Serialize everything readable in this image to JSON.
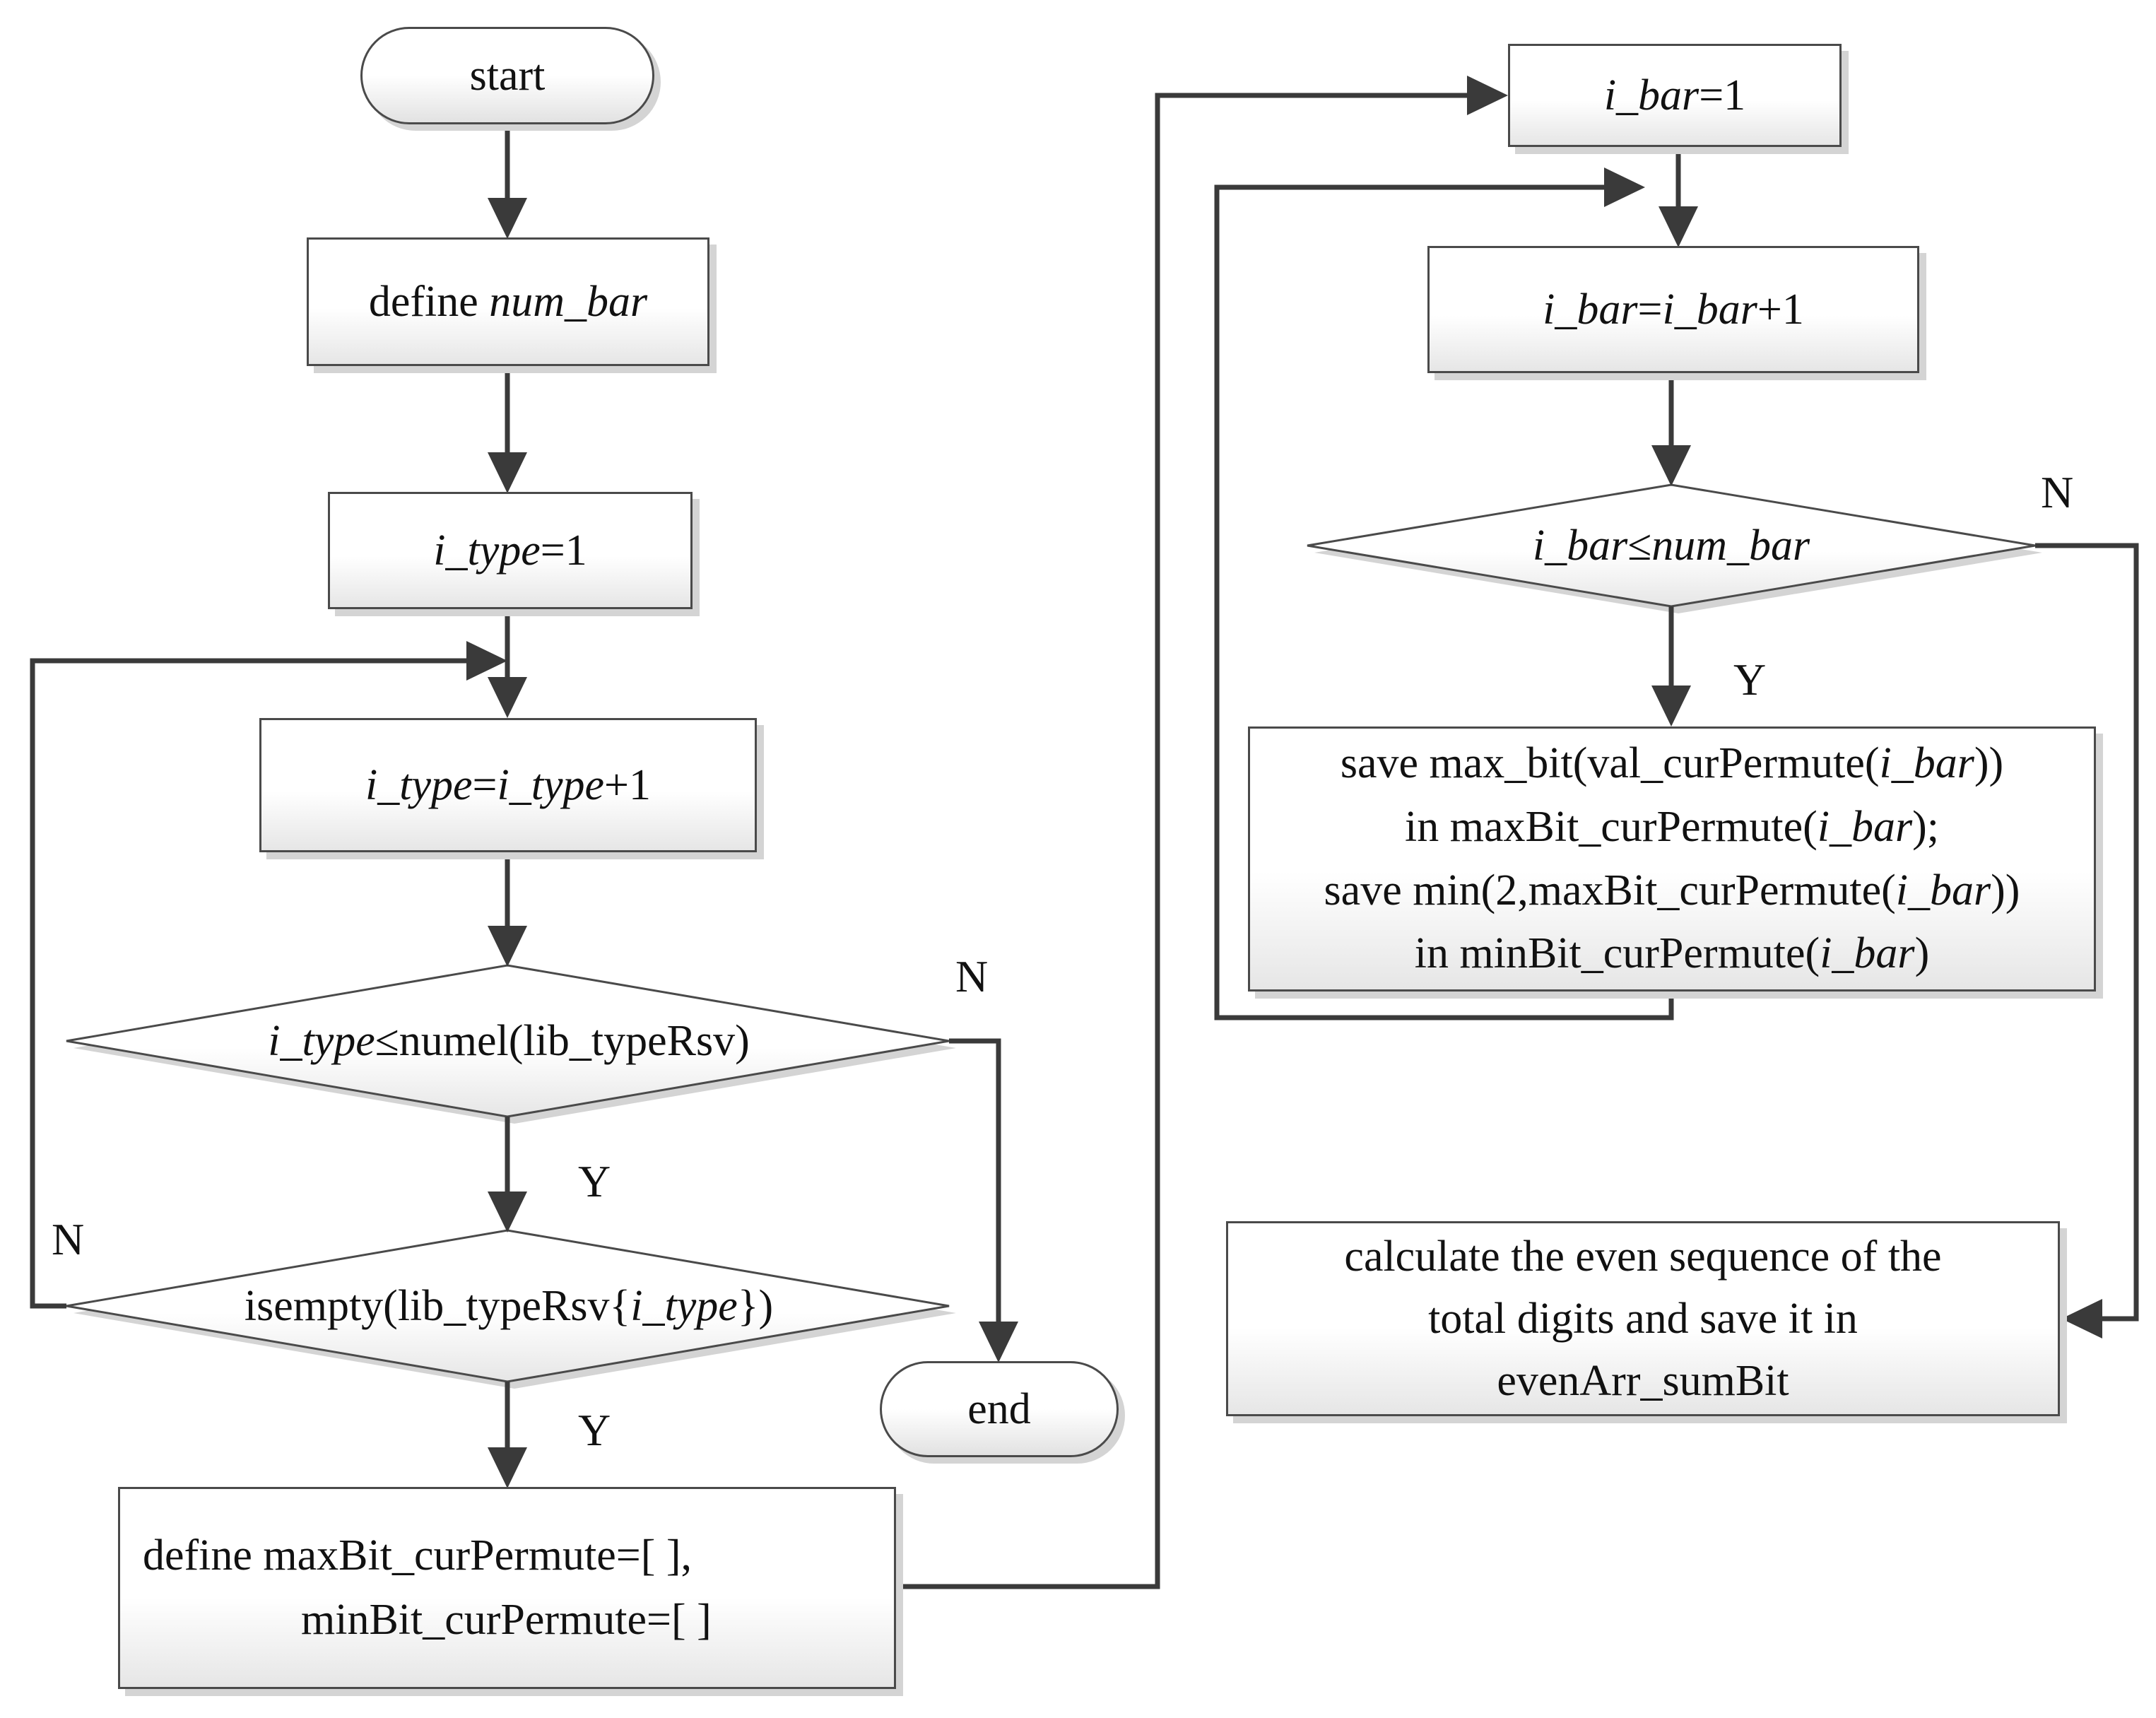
{
  "nodes": {
    "start": "start",
    "end": "end",
    "define_num_bar": {
      "pre": "define ",
      "var": "num_bar"
    },
    "i_type_init": {
      "var": "i_type",
      "post": "=1"
    },
    "i_type_inc": {
      "var1": "i_type",
      "mid": "=",
      "var2": "i_type",
      "post": "+1"
    },
    "cond_numel": {
      "var": "i_type",
      "post": "≤numel(lib_typeRsv)"
    },
    "cond_isempty": {
      "pre": "isempty(lib_typeRsv{",
      "var": "i_type",
      "post": "})"
    },
    "define_bits": {
      "line1": "define maxBit_curPermute=[ ],",
      "line2": "minBit_curPermute=[ ]"
    },
    "i_bar_init": {
      "var": "i_bar",
      "post": "=1"
    },
    "i_bar_inc": {
      "var1": "i_bar",
      "mid": "=",
      "var2": "i_bar",
      "post": "+1"
    },
    "cond_bar": {
      "var1": "i_bar",
      "mid": "≤",
      "var2": "num_bar"
    },
    "save_block": {
      "l1_pre": "save max_bit(val_curPermute(",
      "l1_var": "i_bar",
      "l1_post": "))",
      "l2_pre": "in maxBit_curPermute(",
      "l2_var": "i_bar",
      "l2_post": ");",
      "l3_pre": "save min(2,maxBit_curPermute(",
      "l3_var": "i_bar",
      "l3_post": "))",
      "l4_pre": "in minBit_curPermute(",
      "l4_var": "i_bar",
      "l4_post": ")"
    },
    "calc_block": {
      "line1": "calculate the even sequence of the",
      "line2": "total digits and save it in",
      "line3": "evenArr_sumBit"
    }
  },
  "labels": {
    "numel_yes": "Y",
    "numel_no": "N",
    "isempty_yes": "Y",
    "isempty_no": "N",
    "bar_yes": "Y",
    "bar_no": "N"
  }
}
